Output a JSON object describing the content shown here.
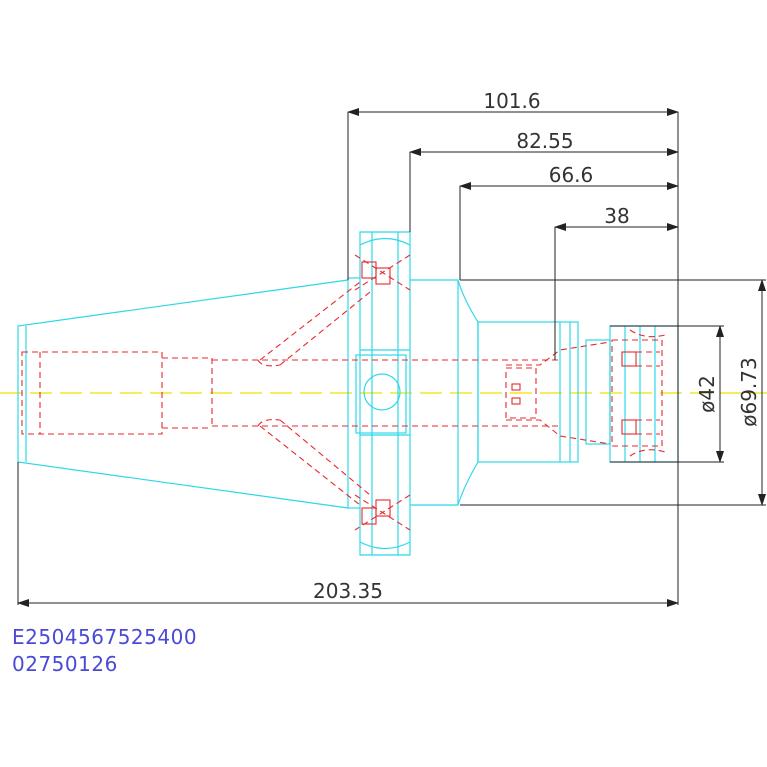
{
  "dimensions": {
    "d1": "101.6",
    "d2": "82.55",
    "d3": "66.6",
    "d4": "38",
    "total": "203.35",
    "dia_small": "ø42",
    "dia_large": "ø69.73"
  },
  "part_codes": {
    "line1": "E2504567525400",
    "line2": "02750126"
  },
  "colors": {
    "outline": "#2fd8e8",
    "hidden": "#e8282c",
    "dimension": "#222222",
    "centerline": "#f0e000",
    "code_text": "#4a4ad6"
  }
}
